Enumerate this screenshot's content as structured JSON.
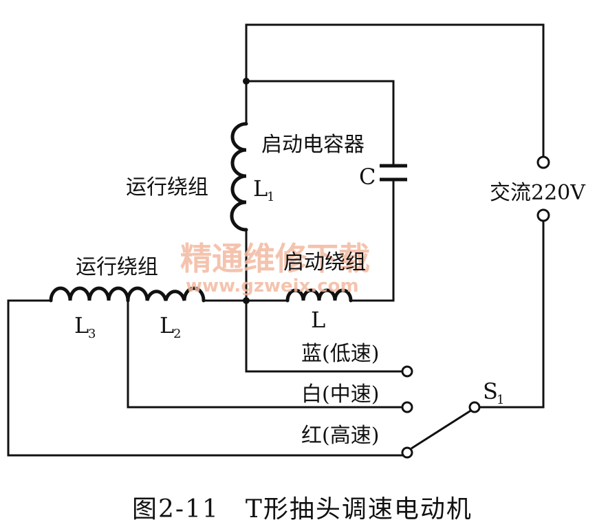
{
  "labels": {
    "start_capacitor": "启动电容器",
    "capacitor_symbol": "C",
    "run_winding_upper": "运行绕组",
    "L1_main": "L",
    "L1_sub": "1",
    "ac_supply": "交流220V",
    "start_winding": "启动绕组",
    "run_winding_lower": "运行绕组",
    "L3_main": "L",
    "L3_sub": "3",
    "L2_main": "L",
    "L2_sub": "2",
    "L_symbol": "L",
    "blue_low": "蓝(低速)",
    "white_mid": "白(中速)",
    "red_high": "红(高速)",
    "S1_main": "S",
    "S1_sub": "1",
    "caption": "图2-11　T形抽头调速电动机"
  },
  "watermark": {
    "text": "精通维修下载",
    "url": "www.gzweix.com",
    "color": "#f3b9a0"
  },
  "colors": {
    "line": "#111111",
    "background": "#ffffff"
  }
}
